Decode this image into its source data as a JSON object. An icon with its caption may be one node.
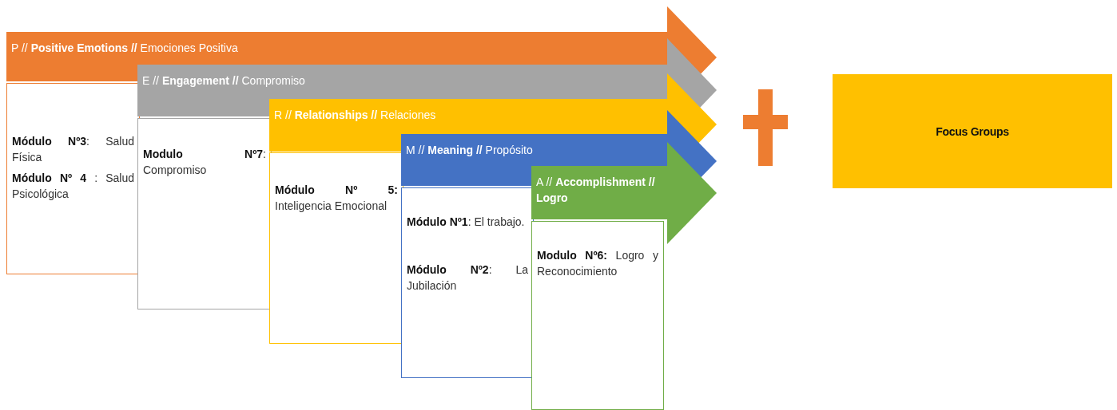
{
  "diagram": {
    "nodes": [
      {
        "text": [
          "P // **Positive Emotions //** Emociones Positiva"
        ]
      },
      {
        "text": [
          "**Módulo Nº3**: Salud Física",
          "**Módulo Nº 4** : Salud Psicológica"
        ]
      },
      {
        "text": [
          "E // **Engagement //** Compromiso"
        ]
      },
      {
        "text": [
          "**Modulo Nº7**: Compromiso"
        ]
      },
      {
        "text": [
          "R // **Relationships //** Relaciones"
        ]
      },
      {
        "text": [
          "**Módulo Nº 5:** Inteligencia Emocional"
        ]
      },
      {
        "text": [
          "M // **Meaning //** Propósito"
        ]
      },
      {
        "text": [
          "**Módulo Nº1**: El trabajo.",
          "**Módulo Nº2**: La Jubilación"
        ]
      },
      {
        "text": [
          "A // **Accomplishment // Logro**"
        ]
      },
      {
        "text": [
          "**Modulo Nº6:** Logro y Reconocimiento"
        ]
      },
      {
        "text": [
          "Focus Groups"
        ]
      }
    ]
  }
}
